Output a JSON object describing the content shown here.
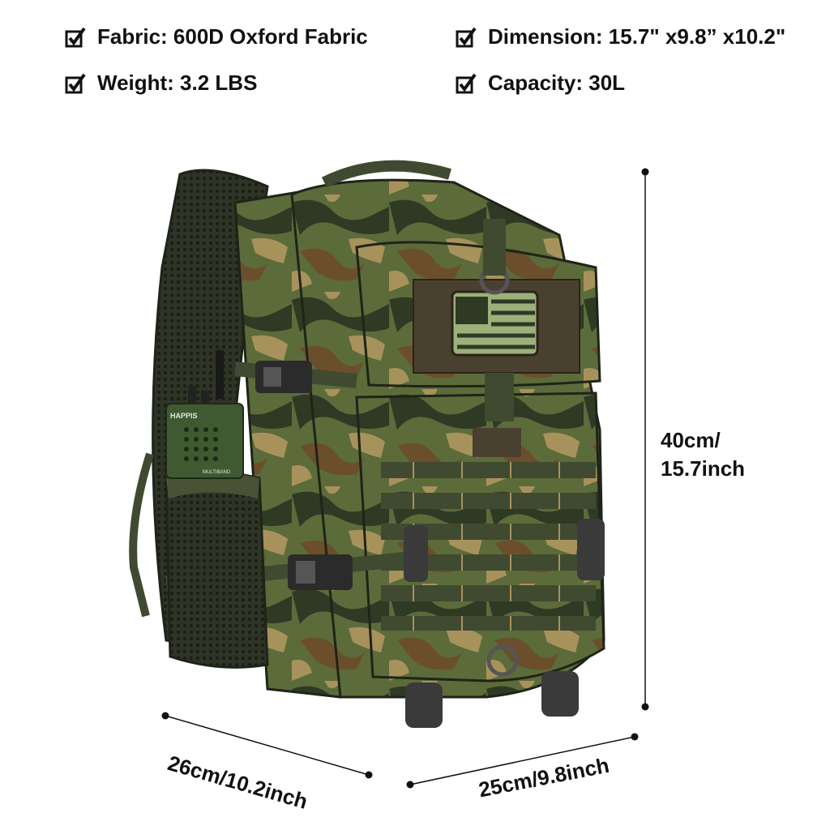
{
  "specs": [
    {
      "label": "Fabric: 600D Oxford Fabric",
      "icon": "check-icon"
    },
    {
      "label": "Dimension: 15.7\" x9.8” x10.2\"",
      "icon": "check-icon"
    },
    {
      "label": "Weight: 3.2 LBS",
      "icon": "check-icon"
    },
    {
      "label": "Capacity: 30L",
      "icon": "check-icon"
    }
  ],
  "dimensions": {
    "height_line1": "40cm/",
    "height_line2": "15.7inch",
    "depth": "26cm/10.2inch",
    "width": "25cm/9.8inch"
  },
  "product": {
    "radio_brand": "HAPPIS",
    "radio_model": "MULTIBAND"
  },
  "colors": {
    "camo_dark": "#2e3a24",
    "camo_olive": "#5c6b3a",
    "camo_brown": "#6b4f2c",
    "camo_tan": "#a8925c",
    "strap": "#3f4a30",
    "buckle": "#2b2b2b"
  }
}
